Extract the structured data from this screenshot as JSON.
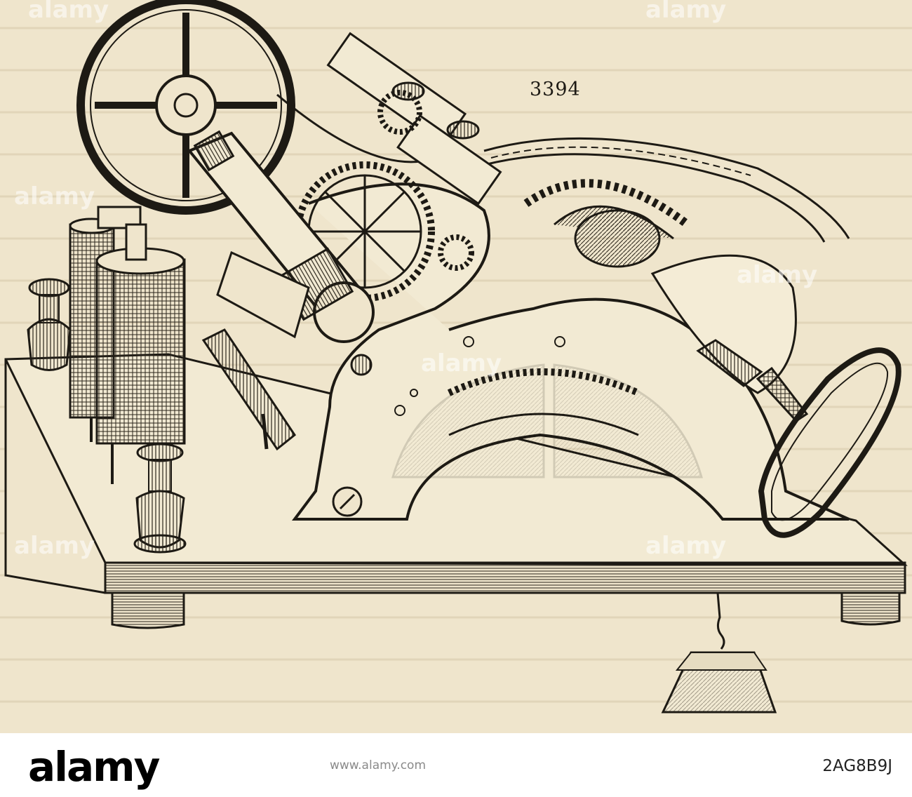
{
  "figure": {
    "number": "3394"
  },
  "watermark": {
    "text": "alamy"
  },
  "footer": {
    "logo": "alamy",
    "caption": "www.alamy.com",
    "image_id": "2AG8B9J"
  }
}
